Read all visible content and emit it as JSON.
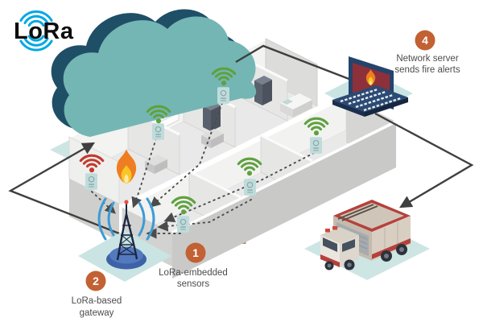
{
  "logo": {
    "brand": "LoRa"
  },
  "callouts": {
    "sensors": {
      "number": "1",
      "lines": [
        "LoRa-embedded",
        "sensors"
      ]
    },
    "gateway": {
      "number": "2",
      "lines": [
        "LoRa-based",
        "gateway"
      ]
    },
    "server": {
      "number": "4",
      "lines": [
        "Network server",
        "sends fire alerts"
      ]
    }
  },
  "icons": {
    "logo_waves": "lora-signal-waves-icon",
    "cloud": "cloud-icon",
    "sensor": "wifi-sensor-icon",
    "alarm": "fire-alarm-wifi-icon",
    "gateway": "radio-tower-icon",
    "server": "laptop-fire-alert-icon",
    "truck": "fire-truck-icon",
    "flame": "flame-icon"
  },
  "colors": {
    "cloud_teal": "#74B6B4",
    "cloud_shadow": "#1F4F66",
    "platform_teal": "#CDE6E4",
    "badge_orange": "#C26134",
    "sensor_green": "#5FA13E",
    "alarm_red": "#C23B2E",
    "gateway_blue": "#3D9BD3",
    "lora_blue": "#00A8E4",
    "truck_red": "#B5413C",
    "laptop_navy": "#24395C",
    "screen_red": "#8E3039",
    "flame_orange": "#EF7D22",
    "line_dark": "#3F3F3F"
  }
}
